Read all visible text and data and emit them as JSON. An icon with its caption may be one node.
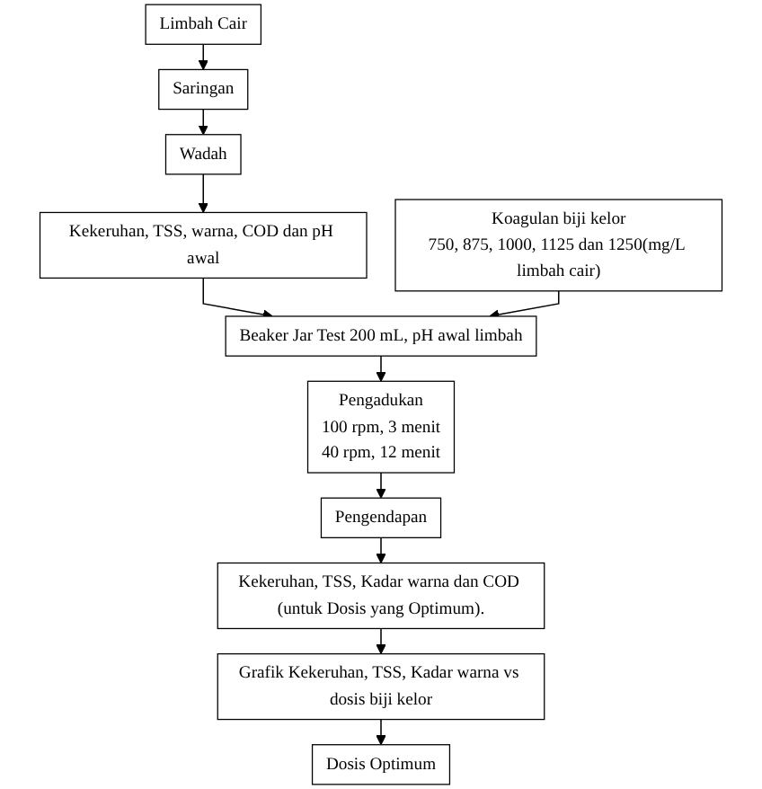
{
  "diagram": {
    "nodes": [
      {
        "text": [
          "Limbah Cair"
        ]
      },
      {
        "text": [
          "Saringan"
        ]
      },
      {
        "text": [
          "Wadah"
        ]
      },
      {
        "text": [
          "Kekeruhan, TSS, warna, COD dan pH awal"
        ]
      },
      {
        "text": [
          "Beaker Jar Test 200 mL, pH awal limbah"
        ]
      },
      {
        "text": [
          "Koagulan biji kelor",
          "750, 875, 1000, 1125 dan 1250(mg/L limbah cair)"
        ]
      },
      {
        "text": [
          "Pengadukan",
          "100 rpm, 3 menit",
          "40 rpm, 12 menit"
        ]
      },
      {
        "text": [
          "Pengendapan"
        ]
      },
      {
        "text": [
          "Kekeruhan, TSS, Kadar warna dan COD (untuk Dosis yang Optimum)."
        ]
      },
      {
        "text": [
          "Grafik Kekeruhan, TSS, Kadar warna vs dosis biji kelor"
        ]
      },
      {
        "text": [
          "Dosis Optimum"
        ]
      }
    ],
    "edges": [
      {
        "from": 0,
        "to": 1,
        "arrow": "to"
      },
      {
        "from": 1,
        "to": 2,
        "arrow": "to"
      },
      {
        "from": 2,
        "to": 3,
        "arrow": "to"
      },
      {
        "from": 3,
        "to": 4,
        "arrow": "to"
      },
      {
        "from": 5,
        "to": 4,
        "arrow": "to"
      },
      {
        "from": 4,
        "to": 6,
        "arrow": "to"
      },
      {
        "from": 6,
        "to": 7,
        "arrow": "to"
      },
      {
        "from": 7,
        "to": 8,
        "arrow": "to"
      },
      {
        "from": 8,
        "to": 9,
        "arrow": "to"
      },
      {
        "from": 9,
        "to": 10,
        "arrow": "to"
      }
    ]
  }
}
